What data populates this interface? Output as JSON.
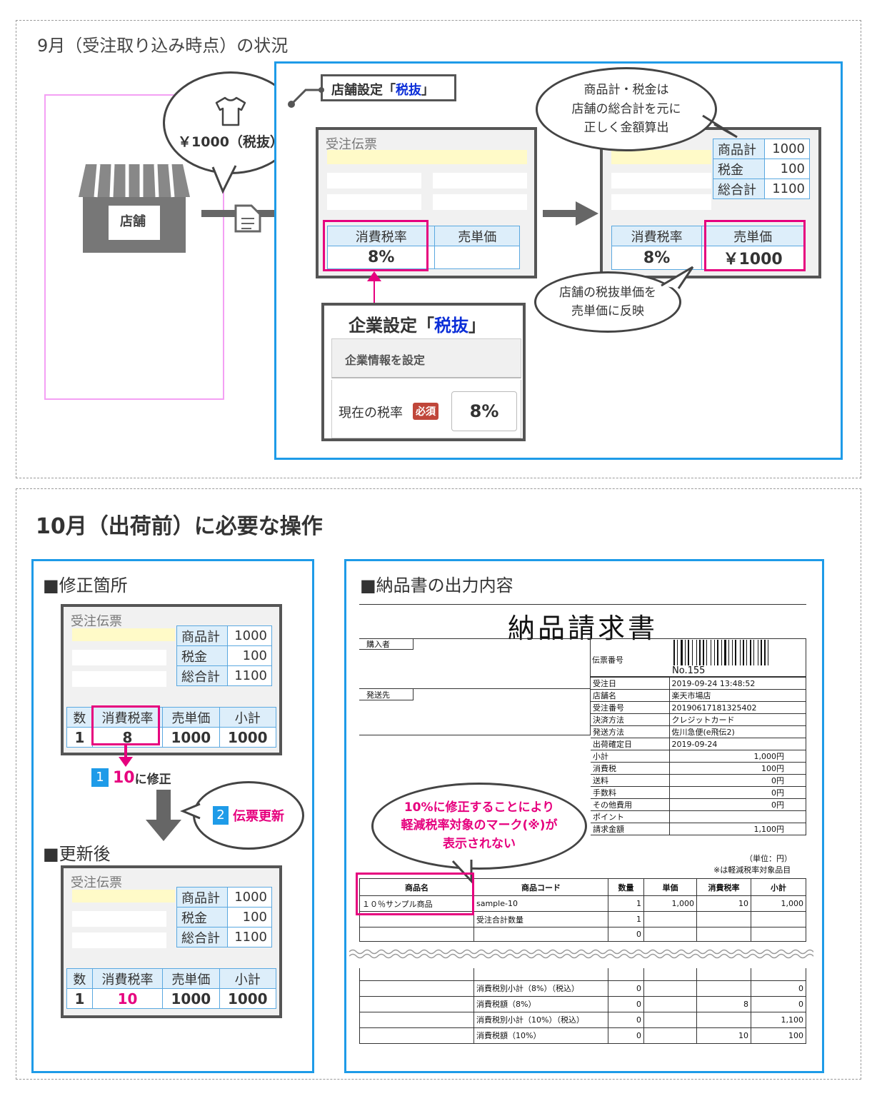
{
  "top": {
    "title": "9月（受注取り込み時点）の状況",
    "store_label": "店舗",
    "price_bubble": "￥1000（税抜）",
    "store_setting": {
      "prefix": "店舗設定「",
      "value": "税抜",
      "suffix": "」"
    },
    "slip1": {
      "title": "受注伝票",
      "tax_header": "消費税率",
      "price_header": "売単価",
      "tax_value": "8%"
    },
    "company": {
      "prefix": "企業設定「",
      "value": "税抜",
      "suffix": "」",
      "section": "企業情報を設定",
      "row_label": "現在の税率",
      "required": "必須",
      "rate": "8%"
    },
    "calc_bubble": [
      "商品計・税金は",
      "店舗の総合計を元に",
      "正しく金額算出"
    ],
    "slip2": {
      "items": [
        {
          "k": "商品計",
          "v": "1000"
        },
        {
          "k": "税金",
          "v": "100"
        },
        {
          "k": "総合計",
          "v": "1100"
        }
      ],
      "tax_header": "消費税率",
      "price_header": "売単価",
      "tax_value": "8%",
      "price_value": "￥1000"
    },
    "reflect_bubble": [
      "店舗の税抜単価を",
      "売単価に反映"
    ]
  },
  "bottom": {
    "title": "10月（出荷前）に必要な操作",
    "fix_title": "■修正箇所",
    "after_title": "■更新後",
    "slip_title": "受注伝票",
    "items": [
      {
        "k": "商品計",
        "v": "1000"
      },
      {
        "k": "税金",
        "v": "100"
      },
      {
        "k": "総合計",
        "v": "1100"
      }
    ],
    "headers": [
      "数",
      "消費税率",
      "売単価",
      "小計"
    ],
    "before_row": [
      "1",
      "8",
      "1000",
      "1000"
    ],
    "after_row": [
      "1",
      "10",
      "1000",
      "1000"
    ],
    "step1_num": "1",
    "step1_val": "10",
    "step1_text": "に修正",
    "step2_num": "2",
    "step2_text": "伝票更新",
    "invoice_title_label": "■納品書の出力内容"
  },
  "invoice": {
    "title": "納品請求書",
    "buyer": "購入者",
    "ship_to": "発送先",
    "slip_no_label": "伝票番号",
    "slip_no": "No.155",
    "rows": [
      {
        "k": "受注日",
        "v": "2019-09-24 13:48:52"
      },
      {
        "k": "店舗名",
        "v": "楽天市場店"
      },
      {
        "k": "受注番号",
        "v": "20190617181325402"
      },
      {
        "k": "決済方法",
        "v": "クレジットカード"
      },
      {
        "k": "発送方法",
        "v": "佐川急便(e飛伝2)"
      },
      {
        "k": "出荷確定日",
        "v": "2019-09-24"
      }
    ],
    "amounts": [
      {
        "k": "小計",
        "v": "1,000円"
      },
      {
        "k": "消費税",
        "v": "100円"
      },
      {
        "k": "送料",
        "v": "0円"
      },
      {
        "k": "手数料",
        "v": "0円"
      },
      {
        "k": "その他費用",
        "v": "0円"
      },
      {
        "k": "ポイント",
        "v": ""
      },
      {
        "k": "請求金額",
        "v": "1,100円"
      }
    ],
    "unit": "（単位：円）",
    "reduced_note": "※は軽減税率対象品目",
    "item_headers": [
      "商品名",
      "商品コード",
      "数量",
      "単価",
      "消費税率",
      "小計"
    ],
    "item_row": [
      "１０％サンプル商品",
      "sample-10",
      "1",
      "1,000",
      "10",
      "1,000"
    ],
    "qty_label": "受注合計数量",
    "qty_value": "1",
    "zero": "0",
    "tax_rows": [
      {
        "k": "消費税別小計（8%）（税込）",
        "a": "0",
        "b": "",
        "c": "0"
      },
      {
        "k": "消費税額（8%）",
        "a": "0",
        "b": "8",
        "c": "0"
      },
      {
        "k": "消費税別小計（10%）（税込）",
        "a": "0",
        "b": "",
        "c": "1,100"
      },
      {
        "k": "消費税額（10%）",
        "a": "0",
        "b": "10",
        "c": "100"
      }
    ],
    "warn_bubble": [
      "10%に修正することにより",
      "軽減税率対象のマーク(※)が",
      "表示されない"
    ]
  },
  "colors": {
    "accent_blue": "#1e9be8",
    "pink": "#e6007e",
    "text_blue": "#0b2ed8"
  }
}
